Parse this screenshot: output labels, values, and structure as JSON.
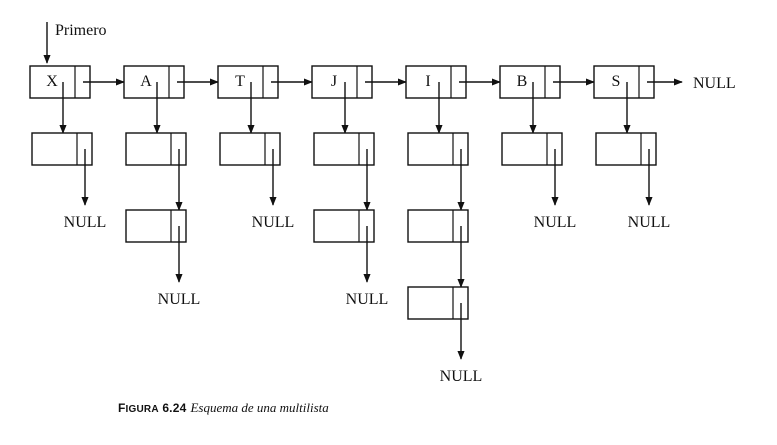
{
  "diagram": {
    "head_pointer_label": "Primero",
    "null_label": "NULL",
    "main_nodes": [
      {
        "label": "X",
        "sublist_length": 1
      },
      {
        "label": "A",
        "sublist_length": 2
      },
      {
        "label": "T",
        "sublist_length": 1
      },
      {
        "label": "J",
        "sublist_length": 2
      },
      {
        "label": "I",
        "sublist_length": 3
      },
      {
        "label": "B",
        "sublist_length": 1
      },
      {
        "label": "S",
        "sublist_length": 1
      }
    ]
  },
  "caption": {
    "figure_prefix": "F",
    "figure_smallcaps": "IGURA",
    "figure_number": "6.24",
    "text": "Esquema de una multilista"
  }
}
